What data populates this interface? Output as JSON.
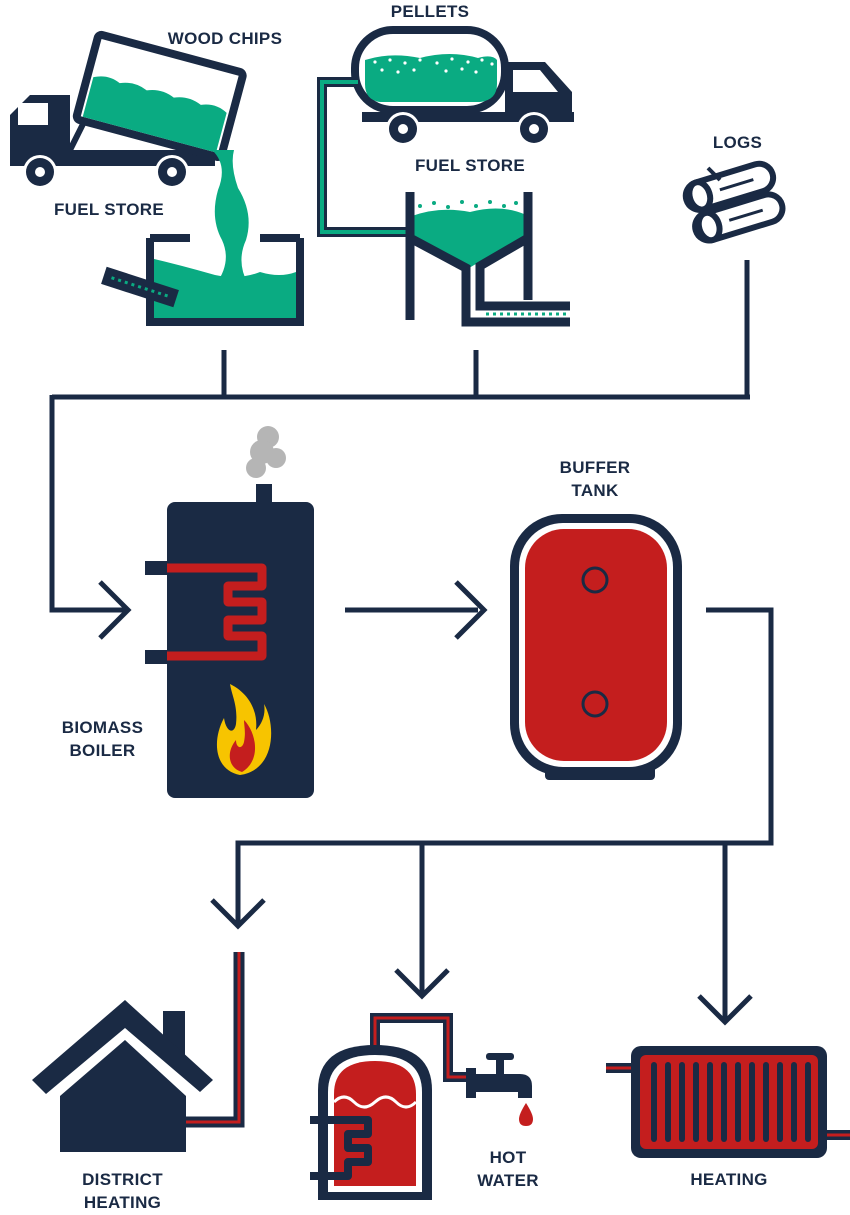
{
  "labels": {
    "wood_chips": "WOOD CHIPS",
    "pellets": "PELLETS",
    "fuel_store_left": "FUEL STORE",
    "fuel_store_right": "FUEL STORE",
    "logs": "LOGS",
    "buffer_tank_line1": "BUFFER",
    "buffer_tank_line2": "TANK",
    "biomass_boiler_line1": "BIOMASS",
    "biomass_boiler_line2": "BOILER",
    "district_heating_line1": "DISTRICT",
    "district_heating_line2": "HEATING",
    "hot_water_line1": "HOT",
    "hot_water_line2": "WATER",
    "heating": "HEATING"
  },
  "colors": {
    "navy": "#1a2a44",
    "green": "#0aab82",
    "red": "#c41e1e",
    "smoke": "#b5b5b5",
    "flame_yellow": "#f7c400"
  }
}
